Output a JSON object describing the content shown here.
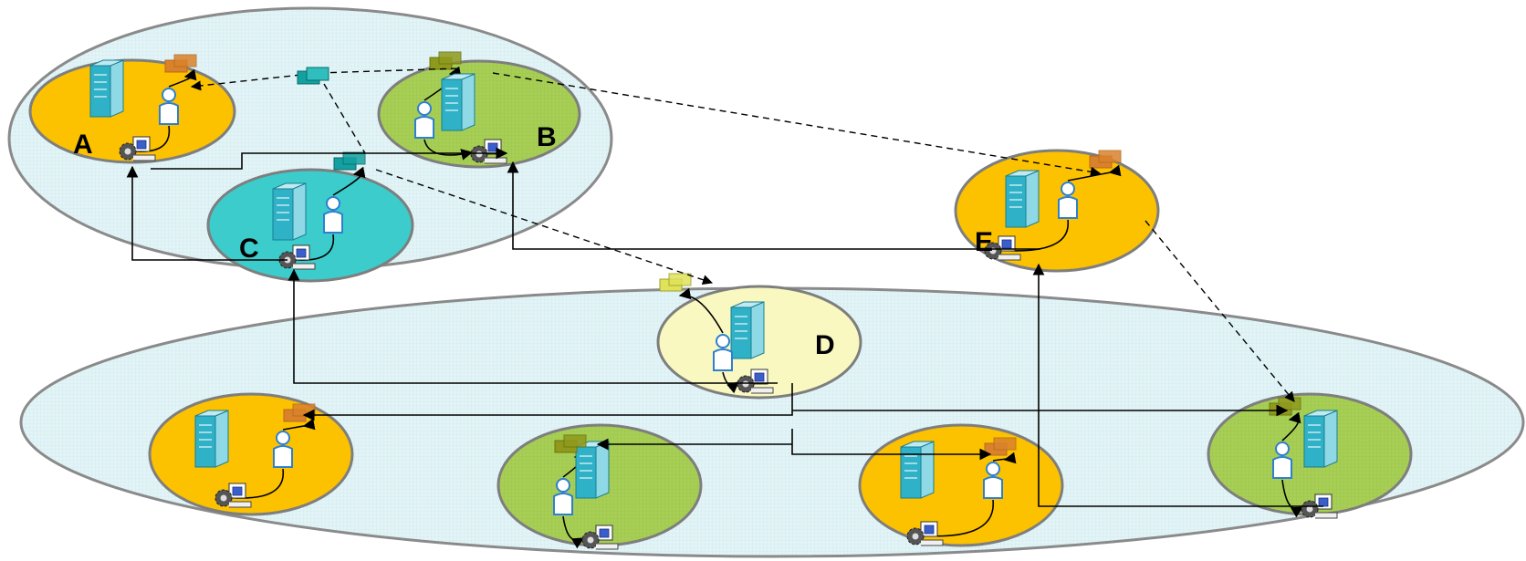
{
  "colors": {
    "cloud_fill": "#e3f4f7",
    "cloud_stroke": "#8a8a8a",
    "orange_node": "#fcc200",
    "green_node": "#a8cf55",
    "teal_node": "#3ccccc",
    "yellow_node": "#f8f8c0",
    "node_stroke": "#7e7e7e",
    "server_body": "#2fb1c7",
    "user_icon": "#2f7fd0",
    "orange_envelope": "#d9822b",
    "olive_envelope": "#8f9a1d",
    "teal_envelope": "#14a0a0",
    "yellow_envelope": "#e0e25a"
  },
  "groups": [
    {
      "id": "upper-cloud"
    },
    {
      "id": "lower-cloud"
    }
  ],
  "nodes": [
    {
      "id": "A",
      "label": "A",
      "color": "orange",
      "envelope": "orange"
    },
    {
      "id": "B",
      "label": "B",
      "color": "green",
      "envelope": "olive"
    },
    {
      "id": "C",
      "label": "C",
      "color": "teal",
      "envelope": "teal"
    },
    {
      "id": "D",
      "label": "D",
      "color": "yellow",
      "envelope": "yellow"
    },
    {
      "id": "E",
      "label": "E",
      "color": "orange",
      "envelope": "orange"
    },
    {
      "id": "L1",
      "label": "",
      "color": "orange",
      "envelope": "orange"
    },
    {
      "id": "L2",
      "label": "",
      "color": "green",
      "envelope": "olive"
    },
    {
      "id": "L3",
      "label": "",
      "color": "orange",
      "envelope": "orange"
    },
    {
      "id": "L4",
      "label": "",
      "color": "green",
      "envelope": "olive"
    }
  ],
  "connections": {
    "solid": [
      {
        "from": "C",
        "to": "A"
      },
      {
        "from": "A",
        "to": "B"
      },
      {
        "from": "E",
        "to": "B"
      },
      {
        "from": "D",
        "to": "C"
      },
      {
        "from": "D",
        "to": "L1"
      },
      {
        "from": "D",
        "to": "L2"
      },
      {
        "from": "D",
        "to": "L3"
      },
      {
        "from": "D",
        "to": "L4"
      },
      {
        "from": "L4",
        "to": "E"
      }
    ],
    "dashed": [
      {
        "from": "relay",
        "to": "A"
      },
      {
        "from": "relay",
        "to": "B"
      },
      {
        "from": "relay",
        "to": "C"
      },
      {
        "from": "C",
        "to": "D"
      },
      {
        "from": "B",
        "to": "E"
      },
      {
        "from": "E",
        "to": "L4"
      }
    ]
  },
  "icons": [
    "server-icon",
    "user-icon",
    "envelope-icon",
    "gear-icon",
    "window-icon"
  ]
}
